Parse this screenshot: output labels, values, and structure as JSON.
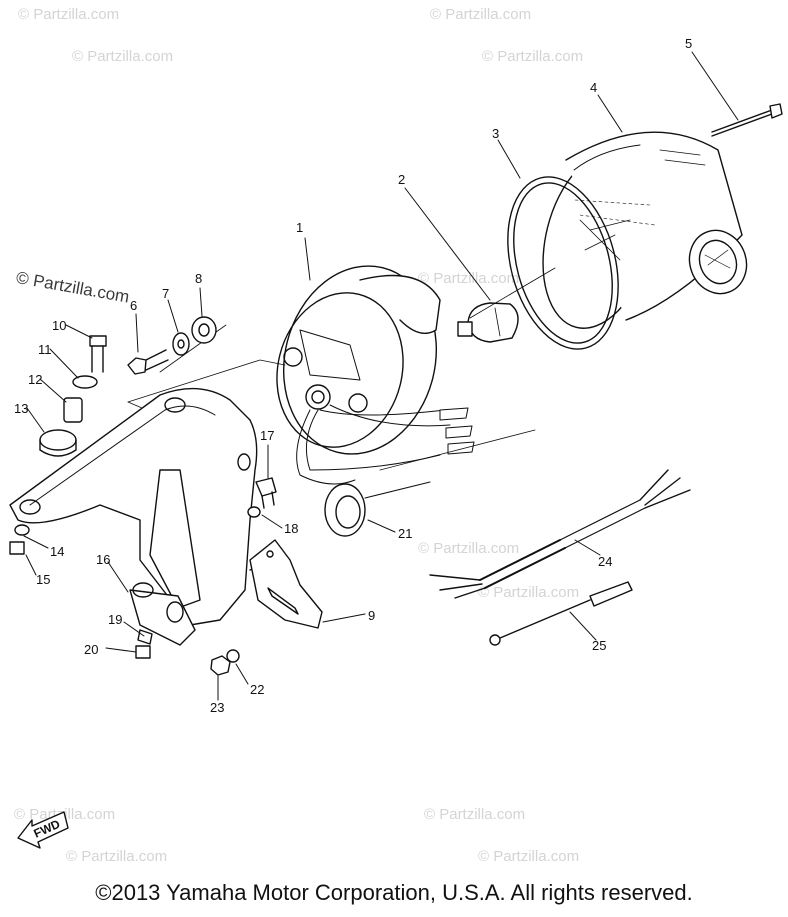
{
  "watermark": {
    "text": "© Partzilla.com",
    "instances": [
      "© Partzilla.com",
      "© Partzilla.com",
      "© Partzilla.com",
      "© Partzilla.com",
      "© Partzilla.com",
      "© Partzilla.com",
      "© Partzilla.com",
      "© Partzilla.com",
      "© Partzilla.com",
      "© Partzilla.com",
      "© Partzilla.com",
      "© Partzilla.com"
    ]
  },
  "callouts": [
    "1",
    "2",
    "3",
    "4",
    "5",
    "6",
    "7",
    "8",
    "9",
    "10",
    "11",
    "12",
    "13",
    "14",
    "15",
    "16",
    "17",
    "18",
    "19",
    "20",
    "21",
    "22",
    "23",
    "24",
    "25"
  ],
  "fwd_label": "FWD",
  "copyright": "©2013  Yamaha Motor Corporation, U.S.A. All rights reserved."
}
